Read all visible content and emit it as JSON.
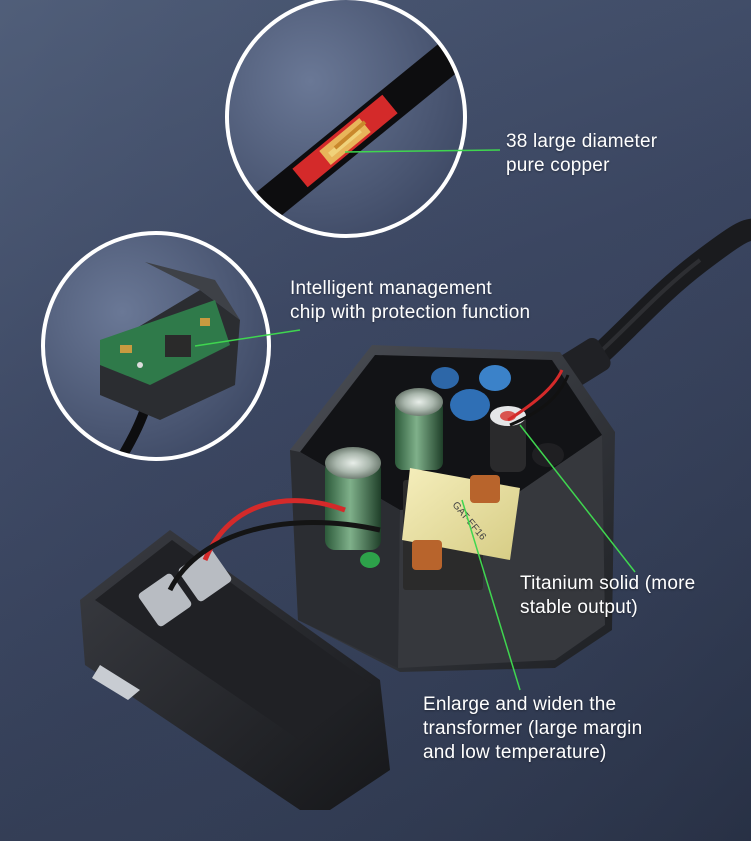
{
  "image": {
    "subject": "power adapter cutaway",
    "colors": {
      "background": "#3b4661",
      "leader_line": "#3fd64f",
      "label_text": "#ffffff"
    }
  },
  "callouts": {
    "copper": {
      "line1": "38 large diameter",
      "line2": "pure copper"
    },
    "chip": {
      "line1": "Intelligent management",
      "line2": "chip with protection function"
    },
    "titanium": {
      "line1": "Titanium solid (more",
      "line2": "stable output)"
    },
    "transformer": {
      "line1": "Enlarge and widen the",
      "line2": "transformer (large margin",
      "line3": "and low temperature)"
    }
  },
  "component_markings": {
    "transformer_label": "GAT-EF16"
  }
}
